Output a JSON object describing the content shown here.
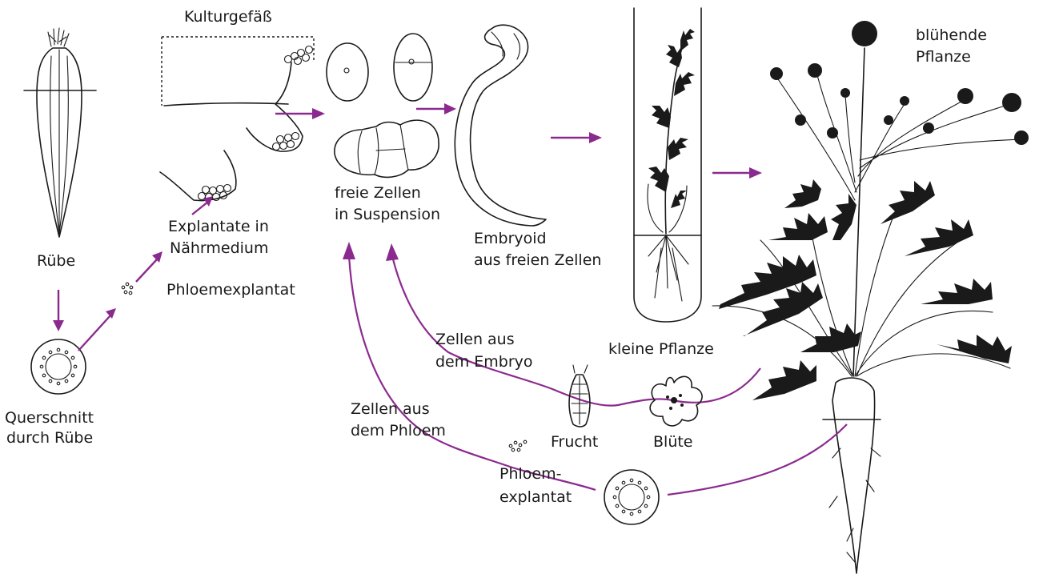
{
  "colors": {
    "accent": "#8b2a8e",
    "ink": "#1a1a1a"
  },
  "labels": {
    "kulturgefaess": "Kulturgefäß",
    "bluehende_1": "blühende",
    "bluehende_2": "Pflanze",
    "ruebe": "Rübe",
    "querschnitt_1": "Querschnitt",
    "querschnitt_2": "durch Rübe",
    "explantate_1": "Explantate in",
    "explantate_2": "Nährmedium",
    "phloemexplantat": "Phloemexplantat",
    "freie_zellen_1": "freie Zellen",
    "freie_zellen_2": "in Suspension",
    "embryoid_1": "Embryoid",
    "embryoid_2": "aus freien Zellen",
    "kleine_pflanze": "kleine Pflanze",
    "zellen_embryo_1": "Zellen aus",
    "zellen_embryo_2": "dem Embryo",
    "zellen_phloem_1": "Zellen aus",
    "zellen_phloem_2": "dem Phloem",
    "frucht": "Frucht",
    "bluete": "Blüte",
    "phloem_explantat_1": "Phloem-",
    "phloem_explantat_2": "explantat"
  }
}
